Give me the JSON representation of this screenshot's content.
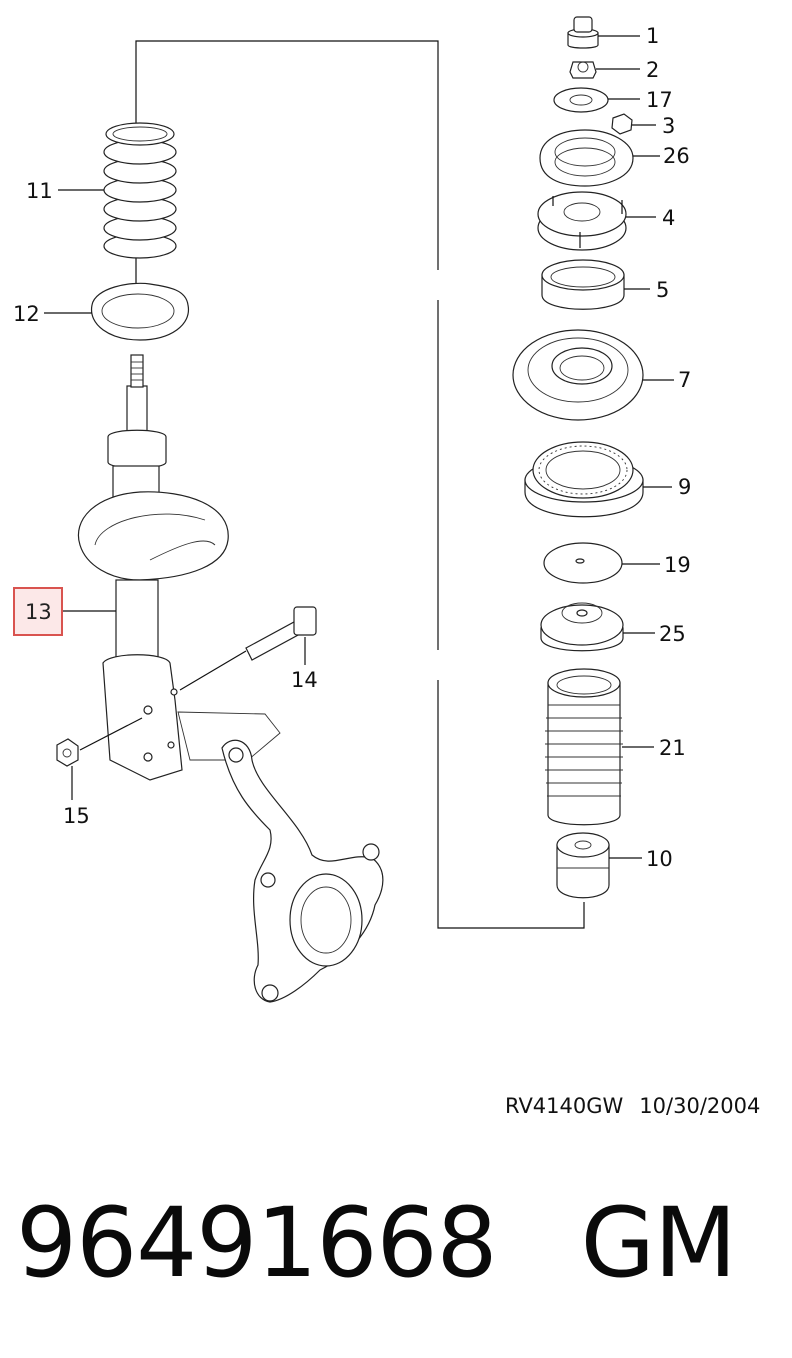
{
  "callouts": {
    "c1": "1",
    "c2": "2",
    "c17": "17",
    "c3": "3",
    "c26": "26",
    "c4": "4",
    "c5": "5",
    "c7": "7",
    "c9": "9",
    "c19": "19",
    "c25": "25",
    "c21": "21",
    "c10": "10",
    "c11": "11",
    "c12": "12",
    "c13": "13",
    "c14": "14",
    "c15": "15"
  },
  "highlighted_callout": "13",
  "highlight_color": "#d9534f",
  "footer": {
    "drawing_id": "RV4140GW",
    "date": "10/30/2004"
  },
  "part": {
    "number": "96491668",
    "brand": "GM"
  }
}
